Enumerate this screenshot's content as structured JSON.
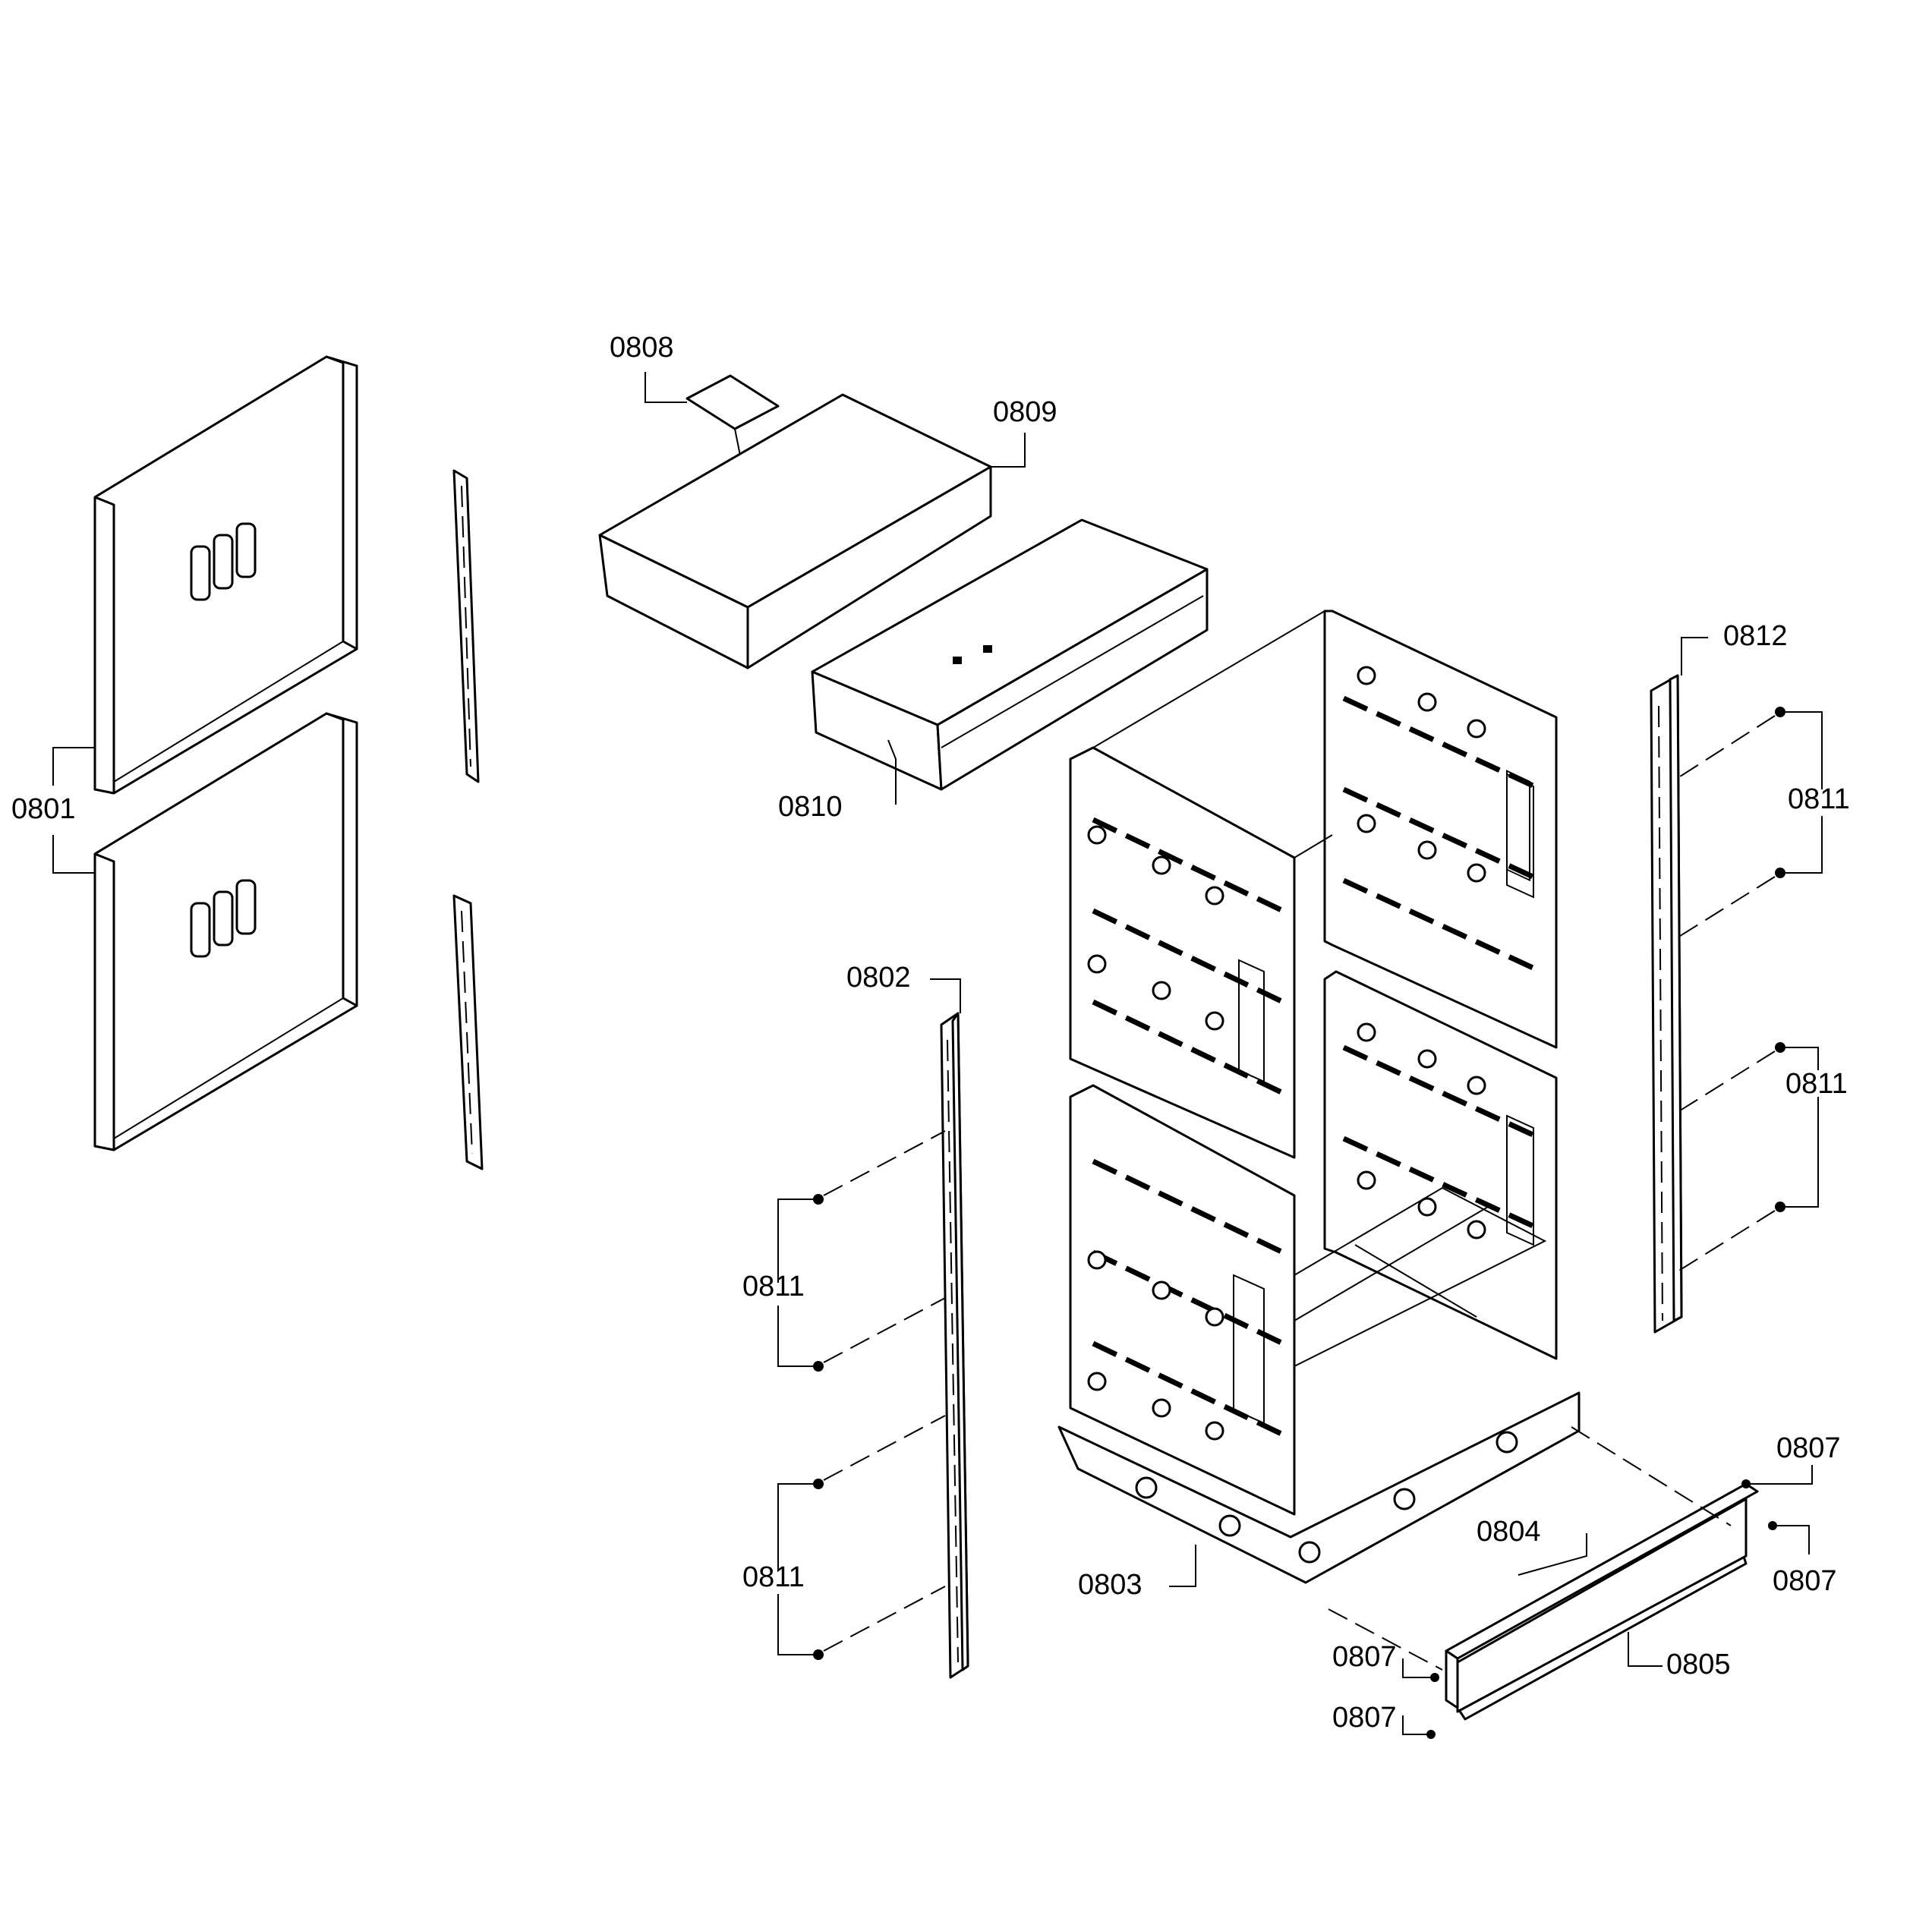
{
  "labels": {
    "l0801": "0801",
    "l0802": "0802",
    "l0803": "0803",
    "l0804": "0804",
    "l0805": "0805",
    "l0807a": "0807",
    "l0807b": "0807",
    "l0807c": "0807",
    "l0807d": "0807",
    "l0808": "0808",
    "l0809": "0809",
    "l0810": "0810",
    "l0811a": "0811",
    "l0811b": "0811",
    "l0811c": "0811",
    "l0811d": "0811",
    "l0812": "0812"
  }
}
